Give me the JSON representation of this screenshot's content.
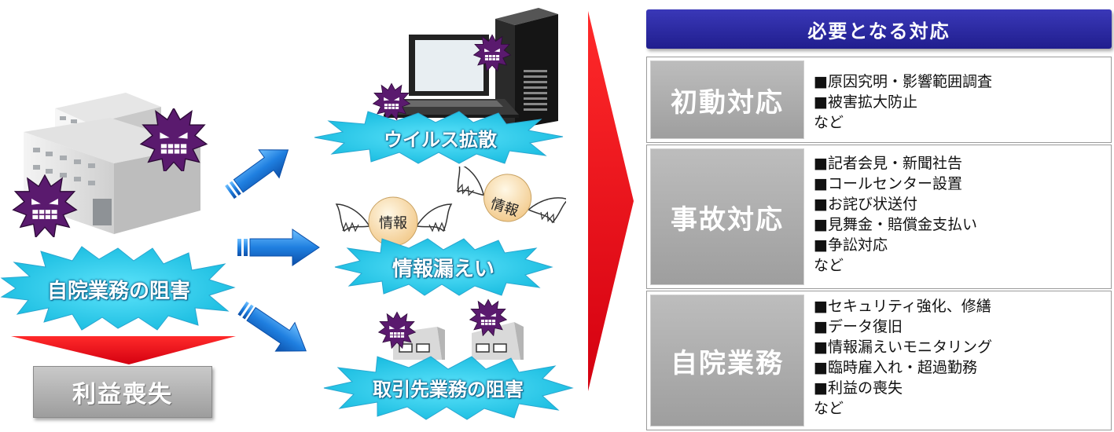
{
  "left": {
    "hospital_burst_label": "自院業務の阻害",
    "loss_box_label": "利益喪失"
  },
  "middle": {
    "virus_burst_label": "ウイルス拡散",
    "leak_burst_label": "情報漏えい",
    "partner_burst_label": "取引先業務の阻害",
    "flying_info_label_1": "情報",
    "flying_info_label_2": "情報"
  },
  "colors": {
    "burst_fill": "#27d3f2",
    "arrow_blue": "#1f7fe0",
    "red_arrow": "#e60012",
    "header_blue": "#27259e",
    "gray_label": "#a8a8a8",
    "virus_purple": "#5a1a6e"
  },
  "table": {
    "header": "必要となる対応",
    "rows": [
      {
        "label": "初動対応",
        "items": [
          "■原因究明・影響範囲調査",
          "■被害拡大防止",
          "など"
        ]
      },
      {
        "label": "事故対応",
        "items": [
          "■記者会見・新聞社告",
          "■コールセンター設置",
          "■お詫び状送付",
          "■見舞金・賠償金支払い",
          "■争訟対応",
          "など"
        ]
      },
      {
        "label": "自院業務",
        "items": [
          "■セキュリティ強化、修繕",
          "■データ復旧",
          "■情報漏えいモニタリング",
          "■臨時雇入れ・超過勤務",
          "■利益の喪失",
          "など"
        ]
      }
    ]
  },
  "icons": [
    "virus-icon",
    "hospital-building-icon",
    "computer-icon",
    "flying-info-icon",
    "factory-icon",
    "arrow-right-icon",
    "arrow-down-icon"
  ]
}
